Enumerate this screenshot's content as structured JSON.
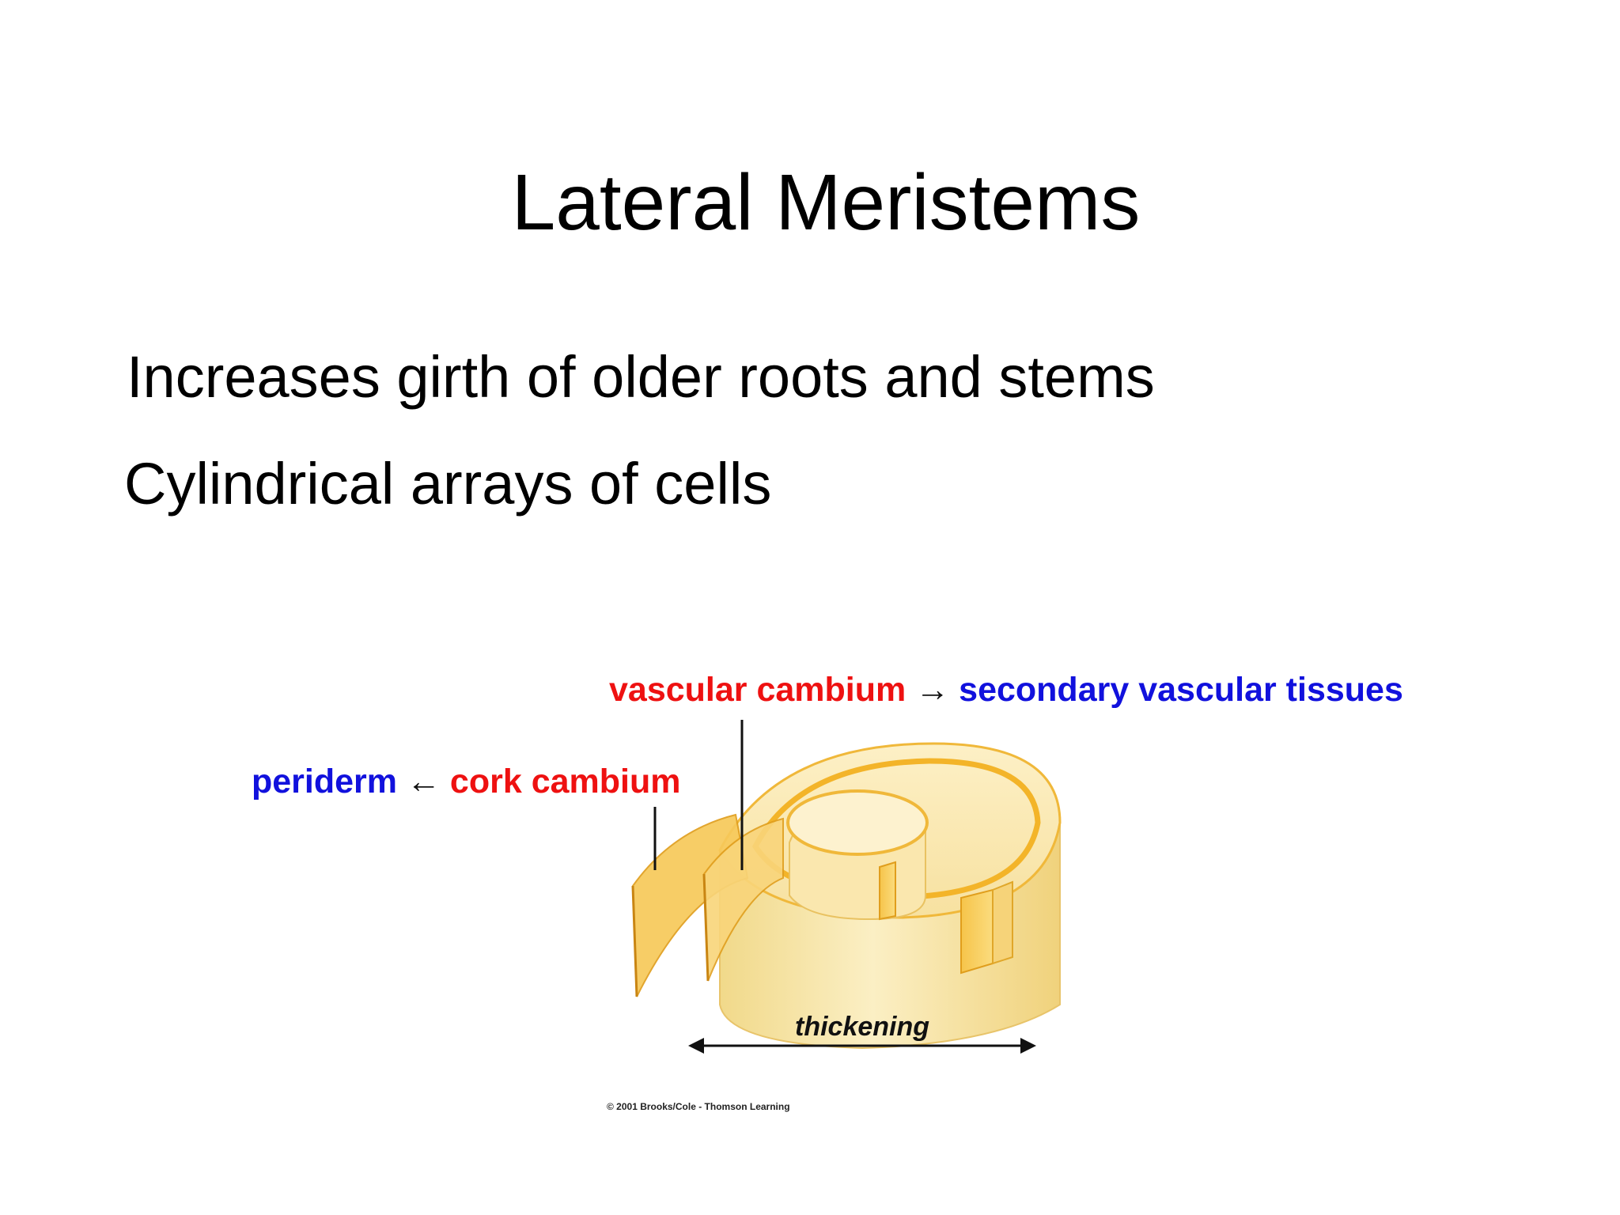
{
  "slide": {
    "title": "Lateral Meristems",
    "bullets": [
      "Increases girth of older roots and stems",
      "Cylindrical arrays of cells"
    ]
  },
  "diagram": {
    "vascular_cambium": "vascular cambium",
    "arrow_right": "→",
    "secondary_vascular_tissues": "secondary vascular tissues",
    "periderm": "periderm",
    "arrow_left": "←",
    "cork_cambium": "cork cambium",
    "thickening": "thickening",
    "copyright": "© 2001 Brooks/Cole - Thomson Learning"
  },
  "colors": {
    "meristem_label": "#ee1111",
    "tissue_label": "#1111dd",
    "tissue_fill": "#f6e3a0",
    "cambium_band": "#f3b429"
  }
}
